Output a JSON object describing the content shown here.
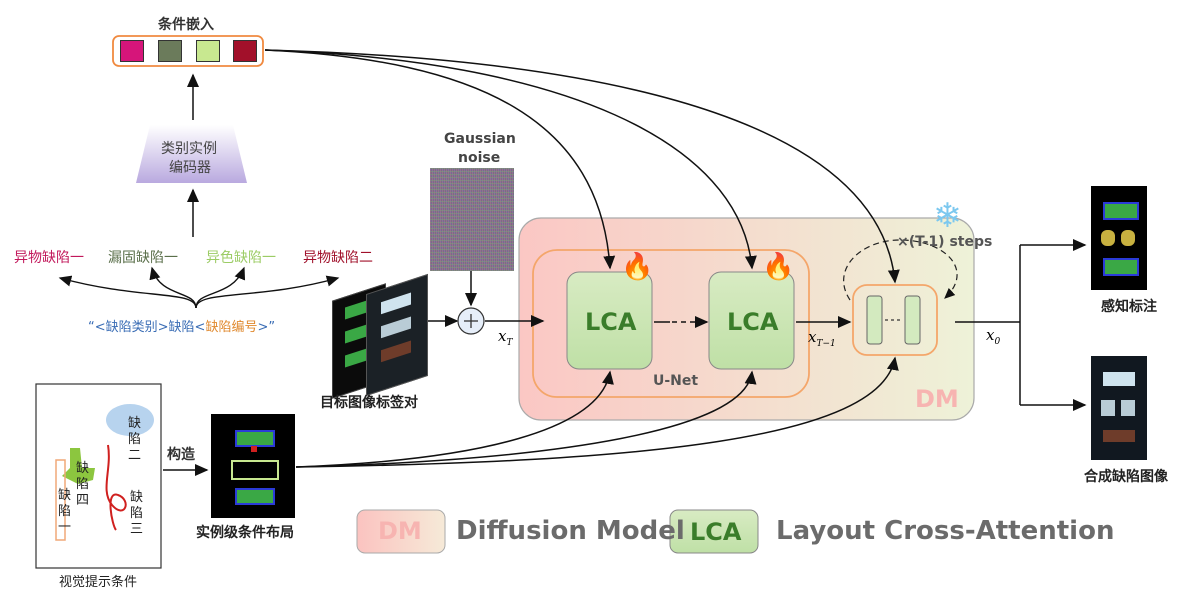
{
  "condition_embedding": {
    "title": "条件嵌入",
    "colors": [
      "#d6157a",
      "#6b7b5b",
      "#c8e890",
      "#a2102a"
    ]
  },
  "encoder": {
    "label_line1": "类别实例",
    "label_line2": "编码器"
  },
  "defect_labels": [
    {
      "text": "异物缺陷一",
      "color": "#c2185b"
    },
    {
      "text": "漏固缺陷一",
      "color": "#5a6f4a"
    },
    {
      "text": "异色缺陷一",
      "color": "#9ccc65"
    },
    {
      "text": "异物缺陷二",
      "color": "#a0102a"
    }
  ],
  "template": {
    "open": "“<",
    "category": "缺陷类别",
    "middle1": ">缺陷<",
    "number": "缺陷编号",
    "close": ">”"
  },
  "noise": {
    "label_line1": "Gaussian",
    "label_line2": "noise"
  },
  "target_pair_label": "目标图像标签对",
  "x_T": "x",
  "x_T_sub": "T",
  "x_T1": "x",
  "x_T1_sub": "T−1",
  "x_0": "x",
  "x_0_sub": "0",
  "unet_label": "U-Net",
  "lca_label": "LCA",
  "dm_label": "DM",
  "steps_label": "×(T-1) steps",
  "snowflake": "❄",
  "fire": "🔥",
  "visual_prompt": {
    "caption": "视觉提示条件",
    "defect2": [
      "缺",
      "陷",
      "二"
    ],
    "defect4": [
      "缺",
      "陷",
      "四"
    ],
    "defect1": [
      "缺",
      "陷",
      "一"
    ],
    "defect3": [
      "缺",
      "陷",
      "三"
    ]
  },
  "construct_label": "构造",
  "layout_label": "实例级条件布局",
  "outputs": {
    "perception_label": "感知标注",
    "synth_label": "合成缺陷图像"
  },
  "legend": {
    "dm_box": "DM",
    "dm_text": "Diffusion Model",
    "lca_box": "LCA",
    "lca_text": "Layout Cross-Attention"
  }
}
